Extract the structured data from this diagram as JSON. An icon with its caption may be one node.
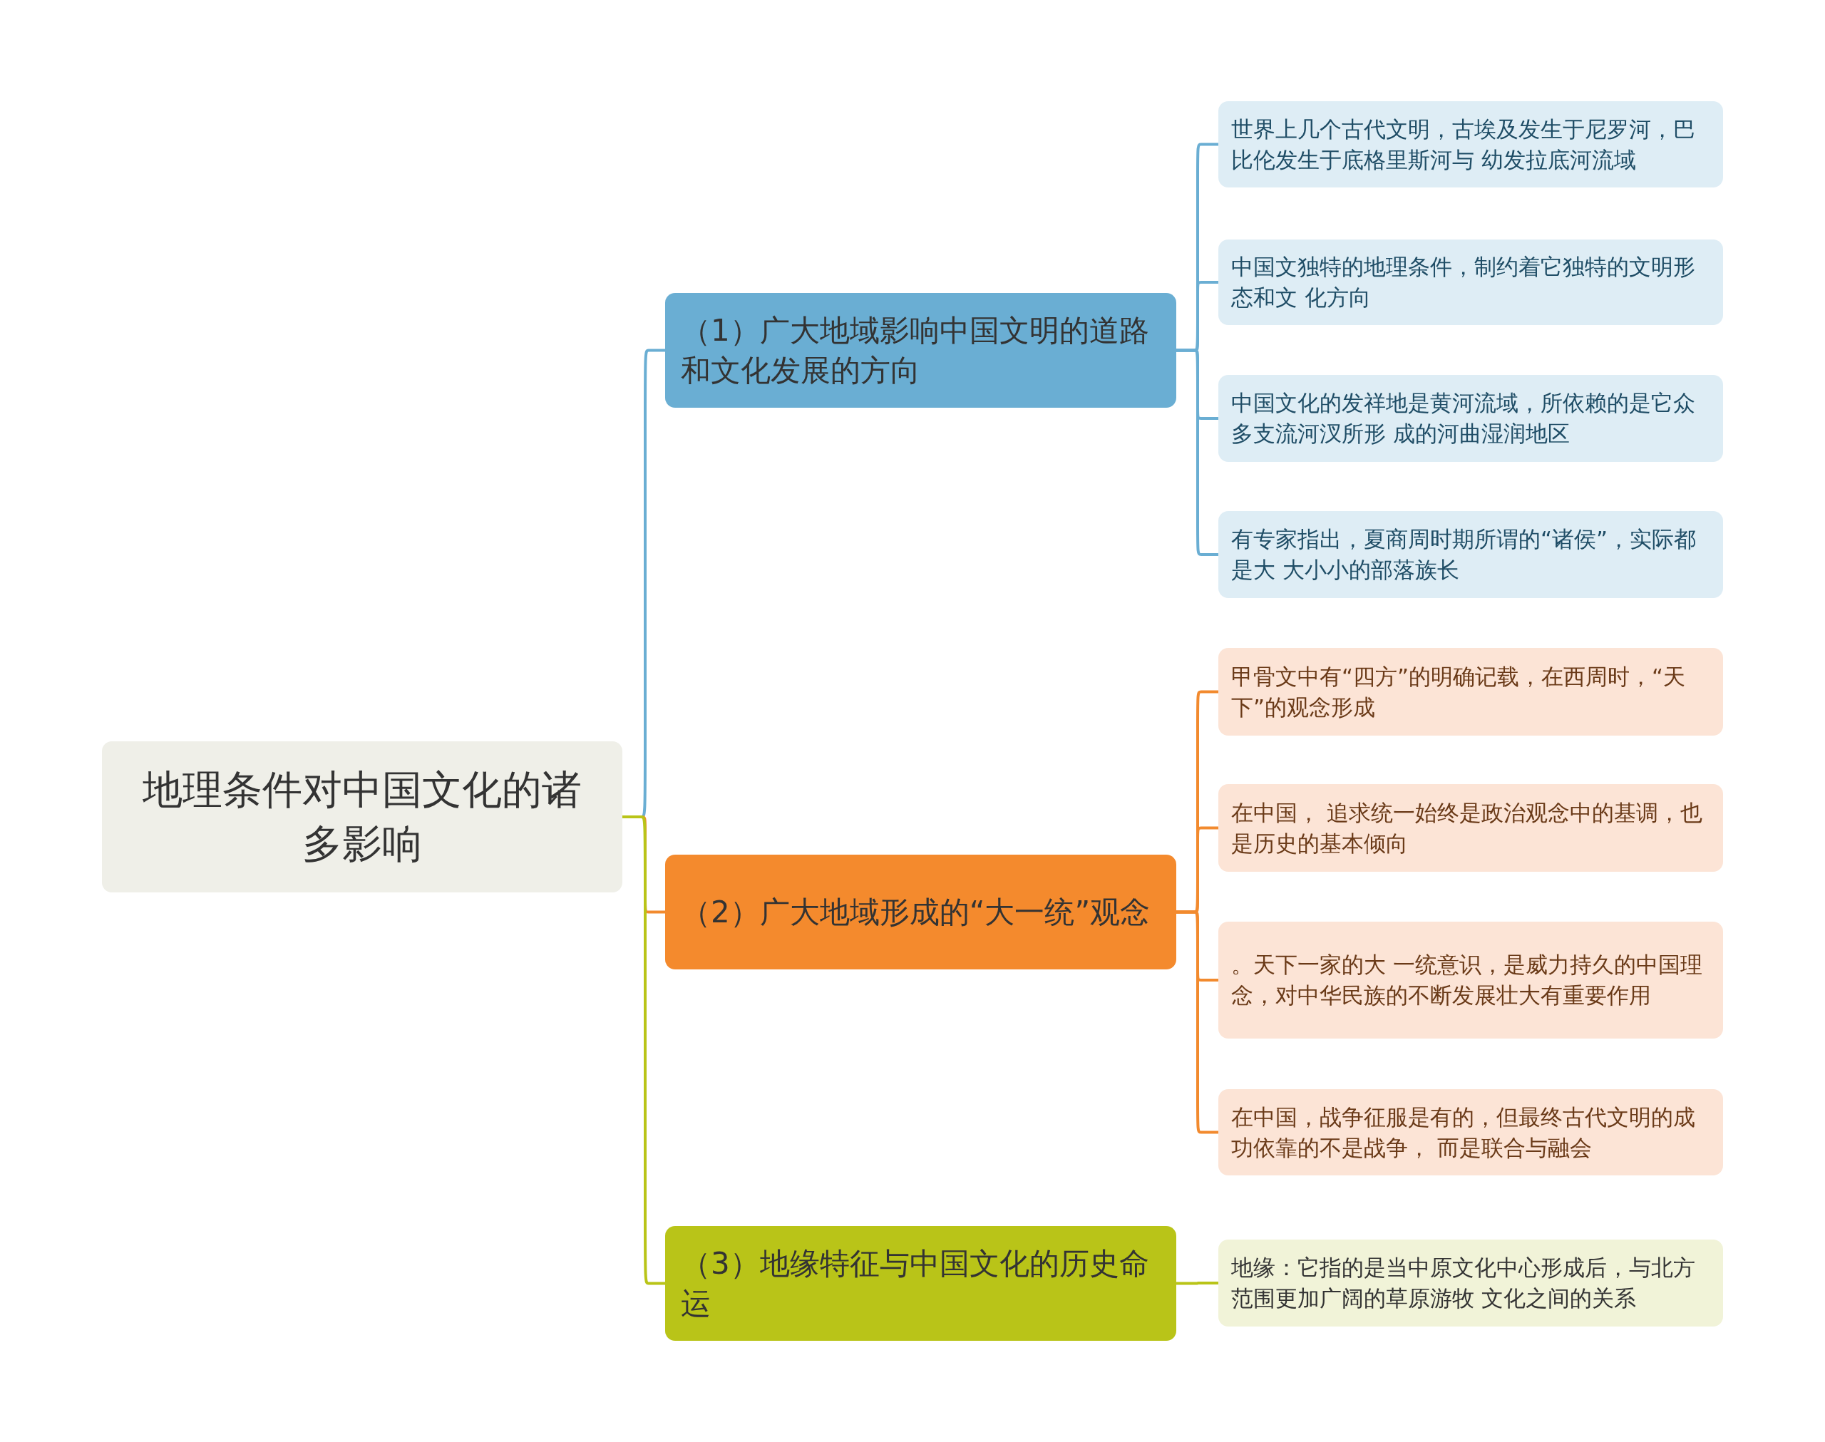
{
  "diagram": {
    "nodes": [
      {
        "text": [
          "地理条件对中国文化的诸多影响"
        ]
      },
      {
        "text": [
          "（1）广大地域影响中国文明的道路和文化发展的方向"
        ]
      },
      {
        "text": [
          "世界上几个古代文明，古埃及发生于尼罗河，巴比伦发生于底格里斯河与 幼发拉底河流域"
        ]
      },
      {
        "text": [
          "中国文独特的地理条件，制约着它独特的文明形态和文 化方向"
        ]
      },
      {
        "text": [
          "中国文化的发祥地是黄河流域，所依赖的是它众多支流河汊所形 成的河曲湿润地区"
        ]
      },
      {
        "text": [
          "有专家指出，夏商周时期所谓的“诸侯”，实际都是大 大小小的部落族长"
        ]
      },
      {
        "text": [
          "（2）广大地域形成的“大一统”观念"
        ]
      },
      {
        "text": [
          "甲骨文中有“四方”的明确记载，在西周时，“天下”的观念形成"
        ]
      },
      {
        "text": [
          "在中国， 追求统一始终是政治观念中的基调，也是历史的基本倾向"
        ]
      },
      {
        "text": [
          "。天下一家的大 一统意识，是威力持久的中国理念，对中华民族的不断发展壮大有重要作用"
        ]
      },
      {
        "text": [
          "在中国，战争征服是有的，但最终古代文明的成功依靠的不是战争， 而是联合与融会"
        ]
      },
      {
        "text": [
          "（3）地缘特征与中国文化的历史命运"
        ]
      },
      {
        "text": [
          "地缘：它指的是当中原文化中心形成后，与北方范围更加广阔的草原游牧 文化之间的关系"
        ]
      }
    ],
    "edges": [
      {
        "from": 0,
        "to": 1,
        "arrow": "none",
        "color": "#6aaed3"
      },
      {
        "from": 0,
        "to": 6,
        "arrow": "none",
        "color": "#f28a2e"
      },
      {
        "from": 0,
        "to": 11,
        "arrow": "none",
        "color": "#b9c418"
      },
      {
        "from": 1,
        "to": 2,
        "arrow": "none",
        "color": "#6aaed3"
      },
      {
        "from": 1,
        "to": 3,
        "arrow": "none",
        "color": "#6aaed3"
      },
      {
        "from": 1,
        "to": 4,
        "arrow": "none",
        "color": "#6aaed3"
      },
      {
        "from": 1,
        "to": 5,
        "arrow": "none",
        "color": "#6aaed3"
      },
      {
        "from": 6,
        "to": 7,
        "arrow": "none",
        "color": "#f28a2e"
      },
      {
        "from": 6,
        "to": 8,
        "arrow": "none",
        "color": "#f28a2e"
      },
      {
        "from": 6,
        "to": 9,
        "arrow": "none",
        "color": "#f28a2e"
      },
      {
        "from": 6,
        "to": 10,
        "arrow": "none",
        "color": "#f28a2e"
      },
      {
        "from": 11,
        "to": 12,
        "arrow": "none",
        "color": "#b9c418"
      }
    ]
  }
}
